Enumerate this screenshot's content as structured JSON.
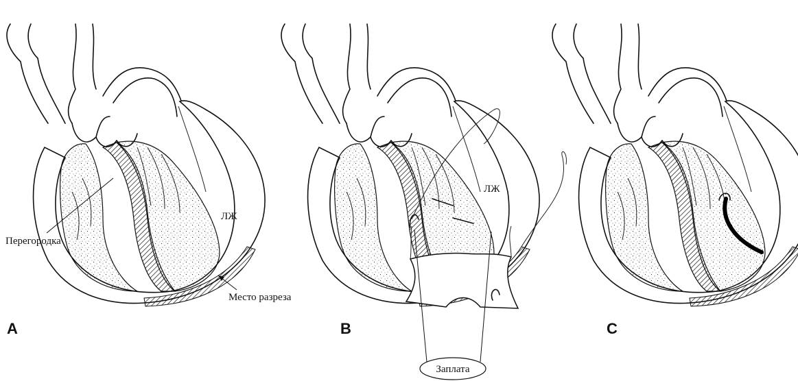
{
  "panels": [
    {
      "letter": "A",
      "labels": {
        "lv": "ЛЖ",
        "septum": "Перегородка",
        "incision": "Место разреза"
      }
    },
    {
      "letter": "B",
      "labels": {
        "lv": "ЛЖ",
        "patch": "Заплата"
      }
    },
    {
      "letter": "C"
    }
  ]
}
